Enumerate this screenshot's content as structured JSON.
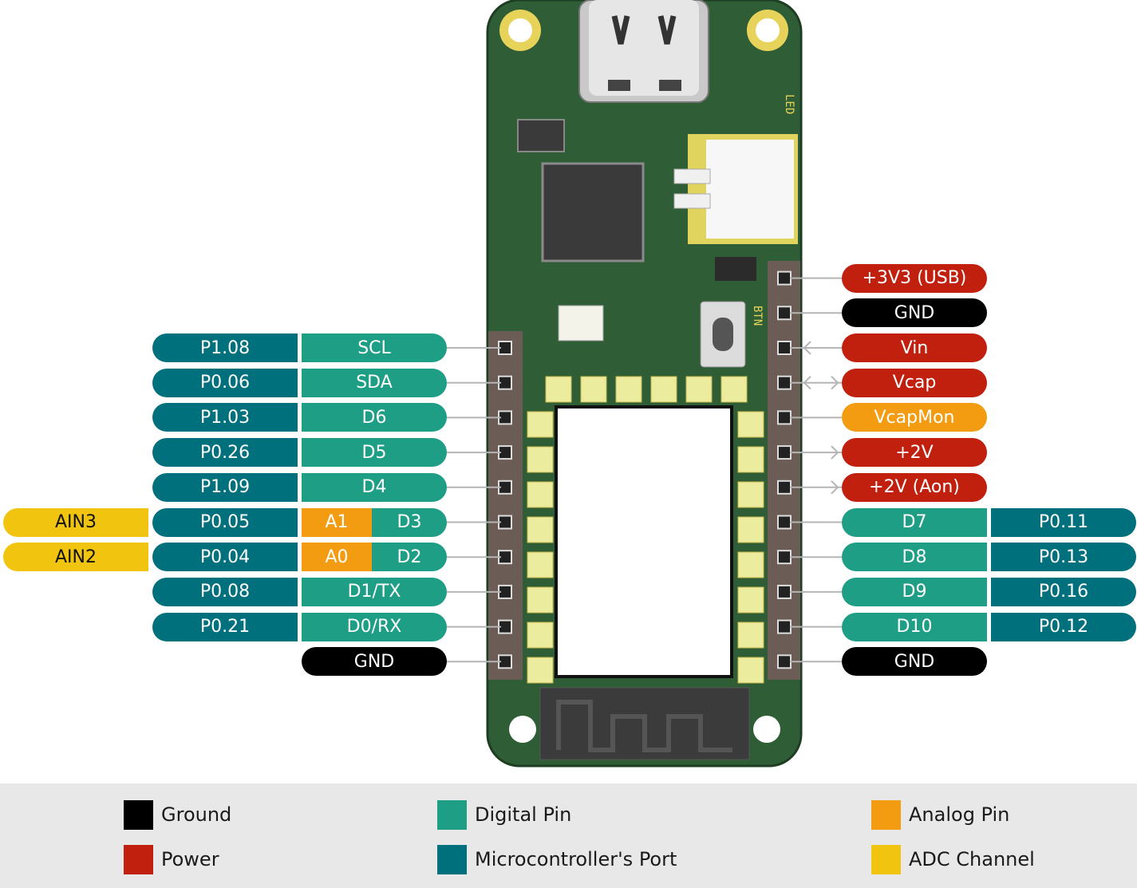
{
  "colors": {
    "ground": "#000000",
    "power": "#c1200e",
    "digital": "#1f9e86",
    "port": "#00707c",
    "analog": "#f39c12",
    "adc": "#f0c40f",
    "pcb": "#2f5e36",
    "header": "#6b5d55"
  },
  "board": {
    "silk_led": "LED",
    "silk_btn": "BTN"
  },
  "left_pins": [
    {
      "row": 0,
      "port": "P1.08",
      "func": "SCL",
      "analog": "",
      "adc": ""
    },
    {
      "row": 1,
      "port": "P0.06",
      "func": "SDA",
      "analog": "",
      "adc": ""
    },
    {
      "row": 2,
      "port": "P1.03",
      "func": "D6",
      "analog": "",
      "adc": ""
    },
    {
      "row": 3,
      "port": "P0.26",
      "func": "D5",
      "analog": "",
      "adc": ""
    },
    {
      "row": 4,
      "port": "P1.09",
      "func": "D4",
      "analog": "",
      "adc": ""
    },
    {
      "row": 5,
      "port": "P0.05",
      "func": "D3",
      "analog": "A1",
      "adc": "AIN3"
    },
    {
      "row": 6,
      "port": "P0.04",
      "func": "D2",
      "analog": "A0",
      "adc": "AIN2"
    },
    {
      "row": 7,
      "port": "P0.08",
      "func": "D1/TX",
      "analog": "",
      "adc": ""
    },
    {
      "row": 8,
      "port": "P0.21",
      "func": "D0/RX",
      "analog": "",
      "adc": ""
    },
    {
      "row": 9,
      "port": "",
      "func": "GND",
      "analog": "",
      "adc": "",
      "type": "ground"
    }
  ],
  "right_pins": [
    {
      "row": -2,
      "label": "+3V3 (USB)",
      "type": "power",
      "arrow": "none"
    },
    {
      "row": -1,
      "label": "GND",
      "type": "ground",
      "arrow": "none"
    },
    {
      "row": 0,
      "label": "Vin",
      "type": "power",
      "arrow": "in"
    },
    {
      "row": 1,
      "label": "Vcap",
      "type": "power",
      "arrow": "both"
    },
    {
      "row": 2,
      "label": "VcapMon",
      "type": "analog",
      "arrow": "none"
    },
    {
      "row": 3,
      "label": "+2V",
      "type": "power",
      "arrow": "out"
    },
    {
      "row": 4,
      "label": "+2V (Aon)",
      "type": "power",
      "arrow": "out"
    },
    {
      "row": 5,
      "label": "D7",
      "type": "digital",
      "port": "P0.11",
      "arrow": "none"
    },
    {
      "row": 6,
      "label": "D8",
      "type": "digital",
      "port": "P0.13",
      "arrow": "none"
    },
    {
      "row": 7,
      "label": "D9",
      "type": "digital",
      "port": "P0.16",
      "arrow": "none"
    },
    {
      "row": 8,
      "label": "D10",
      "type": "digital",
      "port": "P0.12",
      "arrow": "none"
    },
    {
      "row": 9,
      "label": "GND",
      "type": "ground",
      "arrow": "none"
    }
  ],
  "legend": [
    {
      "label": "Ground",
      "color": "#000000"
    },
    {
      "label": "Digital Pin",
      "color": "#1f9e86"
    },
    {
      "label": "Analog Pin",
      "color": "#f39c12"
    },
    {
      "label": "Power",
      "color": "#c1200e"
    },
    {
      "label": "Microcontroller's Port",
      "color": "#00707c"
    },
    {
      "label": "ADC Channel",
      "color": "#f0c40f"
    }
  ]
}
